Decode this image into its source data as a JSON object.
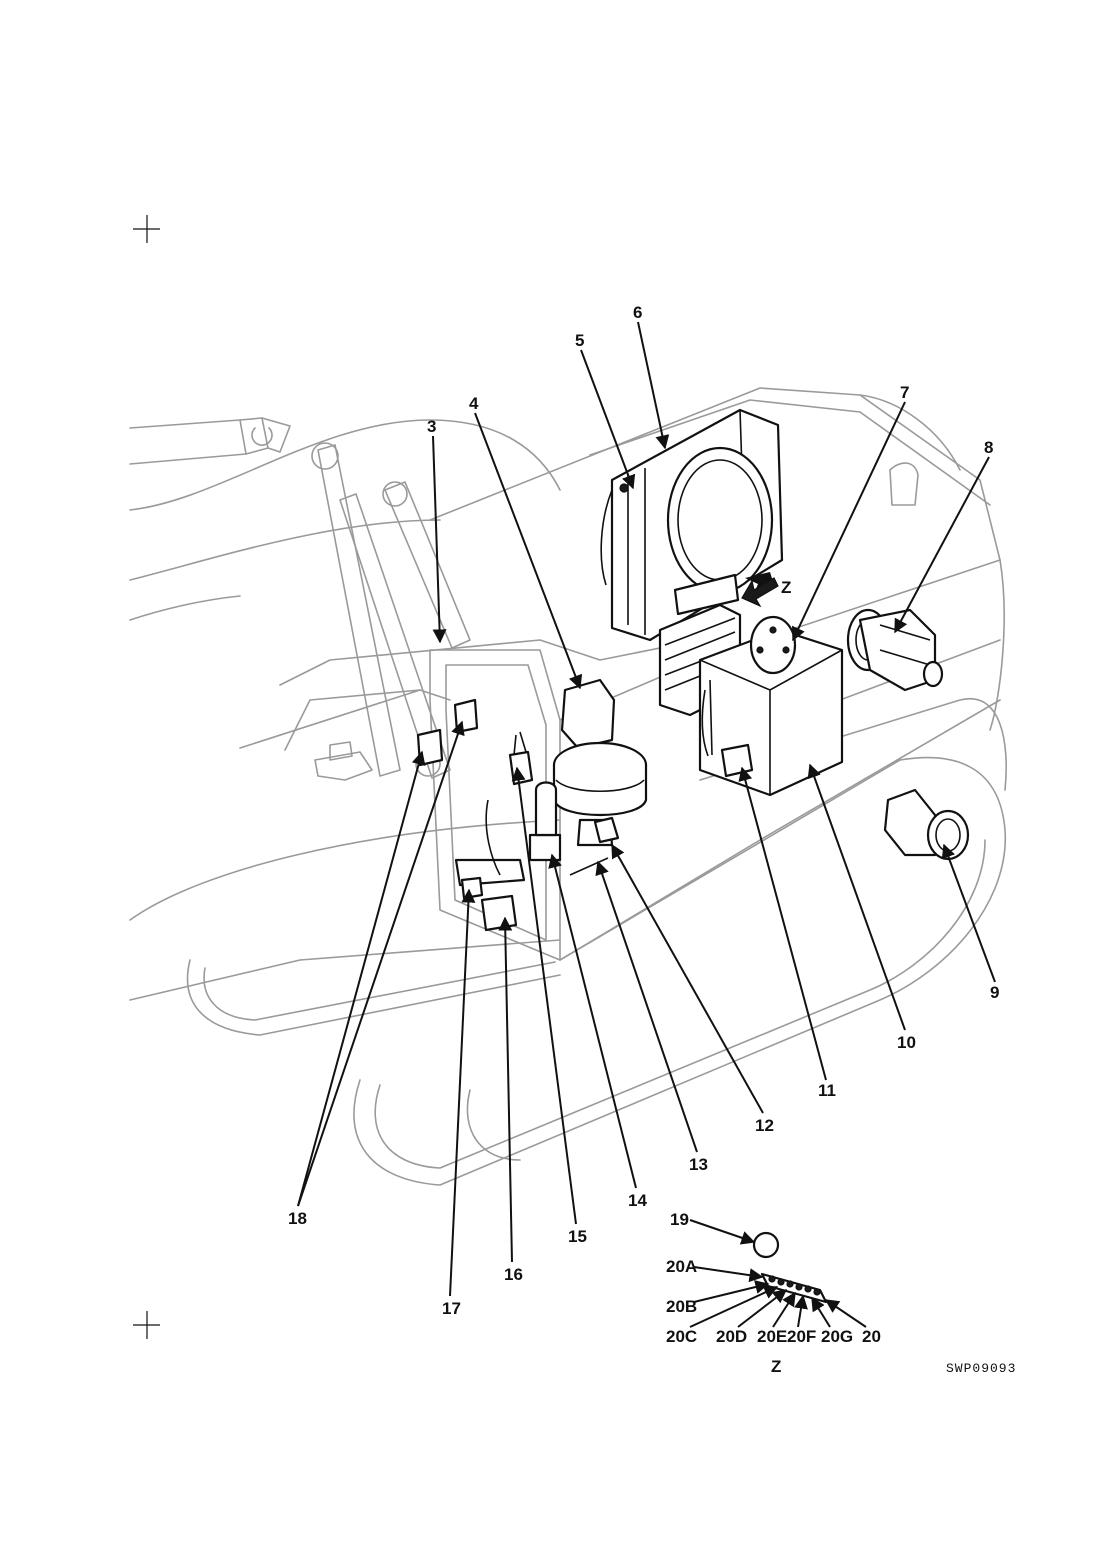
{
  "labels": {
    "l3": "3",
    "l4": "4",
    "l5": "5",
    "l6": "6",
    "l7": "7",
    "l8": "8",
    "l9": "9",
    "l10": "10",
    "l11": "11",
    "l12": "12",
    "l13": "13",
    "l14": "14",
    "l15": "15",
    "l16": "16",
    "l17": "17",
    "l18": "18",
    "l19": "19",
    "l20": "20",
    "l20a": "20A",
    "l20b": "20B",
    "l20c": "20C",
    "l20d": "20D",
    "l20e": "20E",
    "l20f": "20F",
    "l20g": "20G"
  },
  "view_arrow_label": "Z",
  "view_caption": "Z",
  "drawing_code": "SWP09093"
}
